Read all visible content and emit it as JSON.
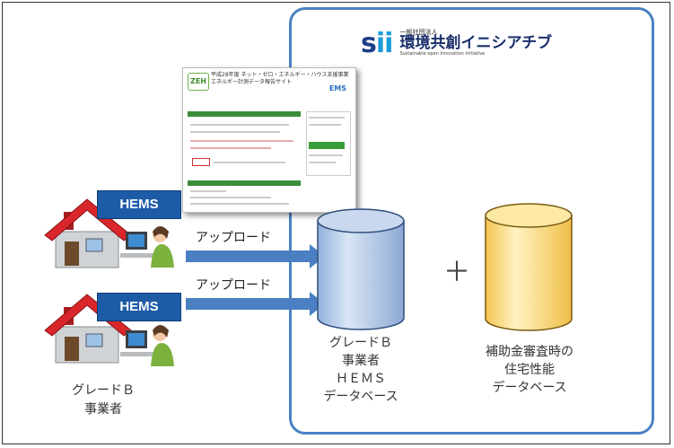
{
  "organization": {
    "logo_mark": "sii",
    "name_small": "一般社団法人",
    "name": "環境共創イニシアチブ",
    "name_en": "Sustainable open Innovation Initiative",
    "accent_color": "#4a82c3"
  },
  "screenshot": {
    "badge": "ZEH",
    "title_line1": "平成28年度 ネット・ゼロ・エネルギー・ハウス支援事業",
    "title_line2": "エネルギー計測データ報告サイト",
    "brand": "EMS"
  },
  "nodes": {
    "hems_tag_1": "HEMS",
    "hems_tag_2": "HEMS",
    "upload_1": "アップロード",
    "upload_2": "アップロード",
    "left_label_line1": "グレードＢ",
    "left_label_line2": "事業者",
    "db1_line1": "グレードＢ",
    "db1_line2": "事業者",
    "db1_line3": "ＨＥＭＳ",
    "db1_line4": "データベース",
    "db2_line1": "補助金審査時の",
    "db2_line2": "住宅性能",
    "db2_line3": "データベース",
    "plus": "＋"
  },
  "colors": {
    "arrow": "#4a7fc1",
    "hems_tag": "#1d5ba6",
    "db1_fill": "#b6cbe8",
    "db2_fill": "#fbe08a",
    "roof": "#d9262a"
  }
}
